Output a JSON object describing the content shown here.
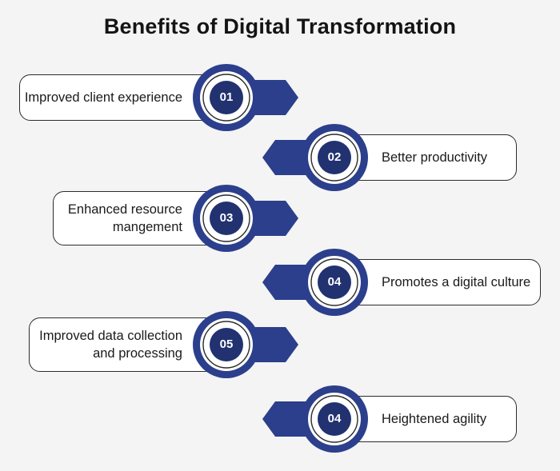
{
  "title": "Benefits of Digital Transformation",
  "colors": {
    "accent": "#2c3f8c",
    "accent_dark": "#223270",
    "card_border": "#2b2b2b",
    "background": "#f4f4f4"
  },
  "items": [
    {
      "number": "01",
      "label": "Improved client experience",
      "side": "left"
    },
    {
      "number": "02",
      "label": "Better productivity",
      "side": "right"
    },
    {
      "number": "03",
      "label": "Enhanced resource\nmangement",
      "side": "left"
    },
    {
      "number": "04",
      "label": "Promotes a digital culture",
      "side": "right"
    },
    {
      "number": "05",
      "label": "Improved data collection\nand processing",
      "side": "left"
    },
    {
      "number": "04",
      "label": "Heightened agility",
      "side": "right"
    }
  ]
}
